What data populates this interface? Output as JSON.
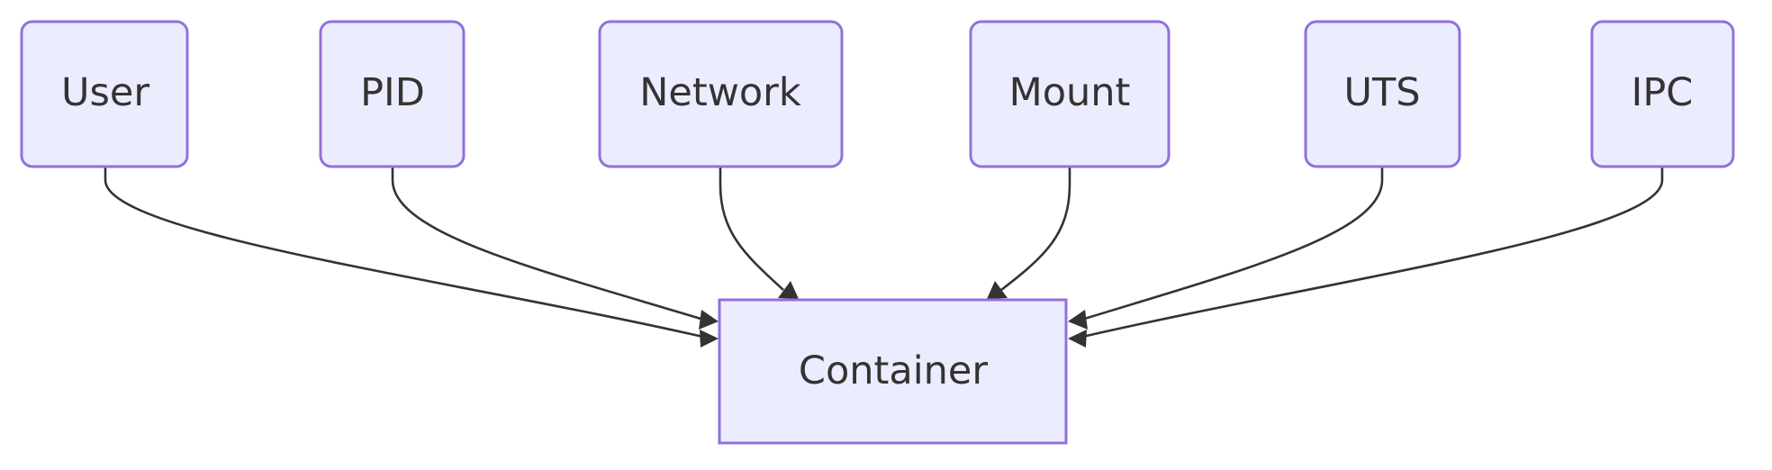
{
  "diagram": {
    "type": "flowchart",
    "direction": "top-down",
    "colors": {
      "node_fill": "#ECECFF",
      "node_stroke": "#9370DB",
      "edge": "#333333",
      "text": "#333333"
    },
    "nodes": [
      {
        "id": "user",
        "label": "User"
      },
      {
        "id": "pid",
        "label": "PID"
      },
      {
        "id": "network",
        "label": "Network"
      },
      {
        "id": "mount",
        "label": "Mount"
      },
      {
        "id": "uts",
        "label": "UTS"
      },
      {
        "id": "ipc",
        "label": "IPC"
      },
      {
        "id": "container",
        "label": "Container"
      }
    ],
    "edges": [
      {
        "from": "user",
        "to": "container"
      },
      {
        "from": "pid",
        "to": "container"
      },
      {
        "from": "network",
        "to": "container"
      },
      {
        "from": "mount",
        "to": "container"
      },
      {
        "from": "uts",
        "to": "container"
      },
      {
        "from": "ipc",
        "to": "container"
      }
    ]
  }
}
